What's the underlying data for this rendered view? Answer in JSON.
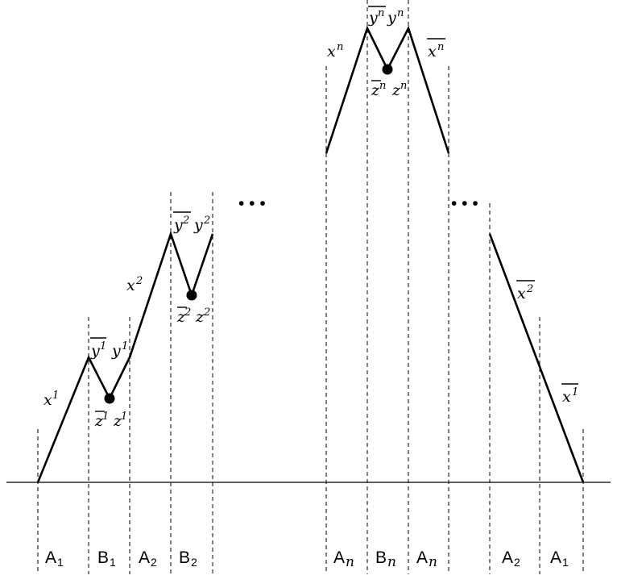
{
  "labels": {
    "x1": {
      "base": "x",
      "sup": "1",
      "bar": false
    },
    "x2": {
      "base": "x",
      "sup": "2",
      "bar": false
    },
    "xn": {
      "base": "x",
      "sup": "n",
      "bar": false
    },
    "y1bar": {
      "base": "y",
      "sup": "1",
      "bar": true
    },
    "y1": {
      "base": "y",
      "sup": "1",
      "bar": false
    },
    "y2bar": {
      "base": "y",
      "sup": "2",
      "bar": true
    },
    "y2": {
      "base": "y",
      "sup": "2",
      "bar": false
    },
    "ynbar": {
      "base": "y",
      "sup": "n",
      "bar": true
    },
    "yn": {
      "base": "y",
      "sup": "n",
      "bar": false
    },
    "z1bar": {
      "base": "z",
      "sup": "1",
      "bar": true
    },
    "z1": {
      "base": "z",
      "sup": "1",
      "bar": false
    },
    "z2bar": {
      "base": "z",
      "sup": "2",
      "bar": true
    },
    "z2": {
      "base": "z",
      "sup": "2",
      "bar": false
    },
    "znbar": {
      "base": "z",
      "sup": "n",
      "bar": true
    },
    "zn": {
      "base": "z",
      "sup": "n",
      "bar": false
    },
    "xnbar": {
      "base": "x",
      "sup": "n",
      "bar": true
    },
    "x2bar": {
      "base": "x",
      "sup": "2",
      "bar": true
    },
    "x1bar": {
      "base": "x",
      "sup": "1",
      "bar": true
    }
  },
  "regions": [
    {
      "base": "A",
      "sub": "1",
      "italic_sub": false
    },
    {
      "base": "B",
      "sub": "1",
      "italic_sub": false
    },
    {
      "base": "A",
      "sub": "2",
      "italic_sub": false
    },
    {
      "base": "B",
      "sub": "2",
      "italic_sub": false
    },
    {
      "base": "A",
      "sub": "n",
      "italic_sub": true
    },
    {
      "base": "B",
      "sub": "n",
      "italic_sub": true
    },
    {
      "base": "A",
      "sub": "n",
      "italic_sub": true
    },
    {
      "base": "A",
      "sub": "2",
      "italic_sub": false
    },
    {
      "base": "A",
      "sub": "1",
      "italic_sub": false
    }
  ],
  "ellipsis": "• • •"
}
